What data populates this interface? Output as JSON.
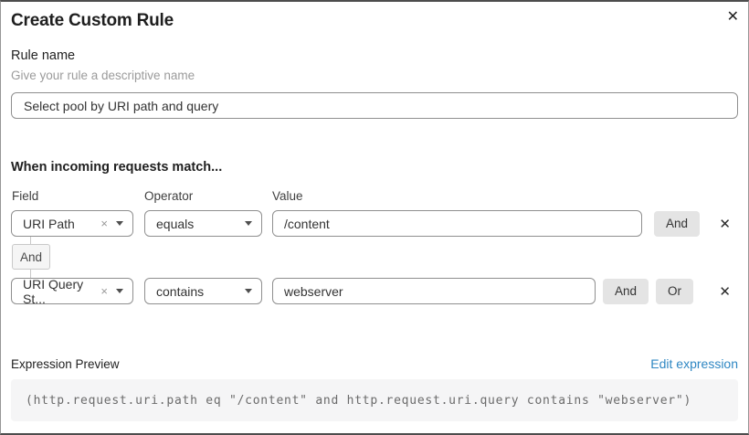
{
  "dialog": {
    "title": "Create Custom Rule"
  },
  "icons": {
    "close": "✕",
    "delete_condition": "✕",
    "clear_selection": "×"
  },
  "rule_name": {
    "label": "Rule name",
    "hint": "Give your rule a descriptive name",
    "value": "Select pool by URI path and query"
  },
  "match": {
    "heading": "When incoming requests match...",
    "columns": {
      "field": "Field",
      "operator": "Operator",
      "value": "Value"
    },
    "connector": "And",
    "rows": [
      {
        "field": "URI Path",
        "operator": "equals",
        "value": "/content",
        "buttons": [
          "And"
        ]
      },
      {
        "field": "URI Query St...",
        "operator": "contains",
        "value": "webserver",
        "buttons": [
          "And",
          "Or"
        ]
      }
    ]
  },
  "expression": {
    "label": "Expression Preview",
    "edit_link": "Edit expression",
    "code": "(http.request.uri.path eq \"/content\" and http.request.uri.query contains \"webserver\")"
  },
  "colors": {
    "link": "#2f87c3",
    "button_bg": "#e4e4e4",
    "input_border": "#8f8f8f",
    "code_bg": "#f5f5f6",
    "code_text": "#6b6b6b"
  }
}
